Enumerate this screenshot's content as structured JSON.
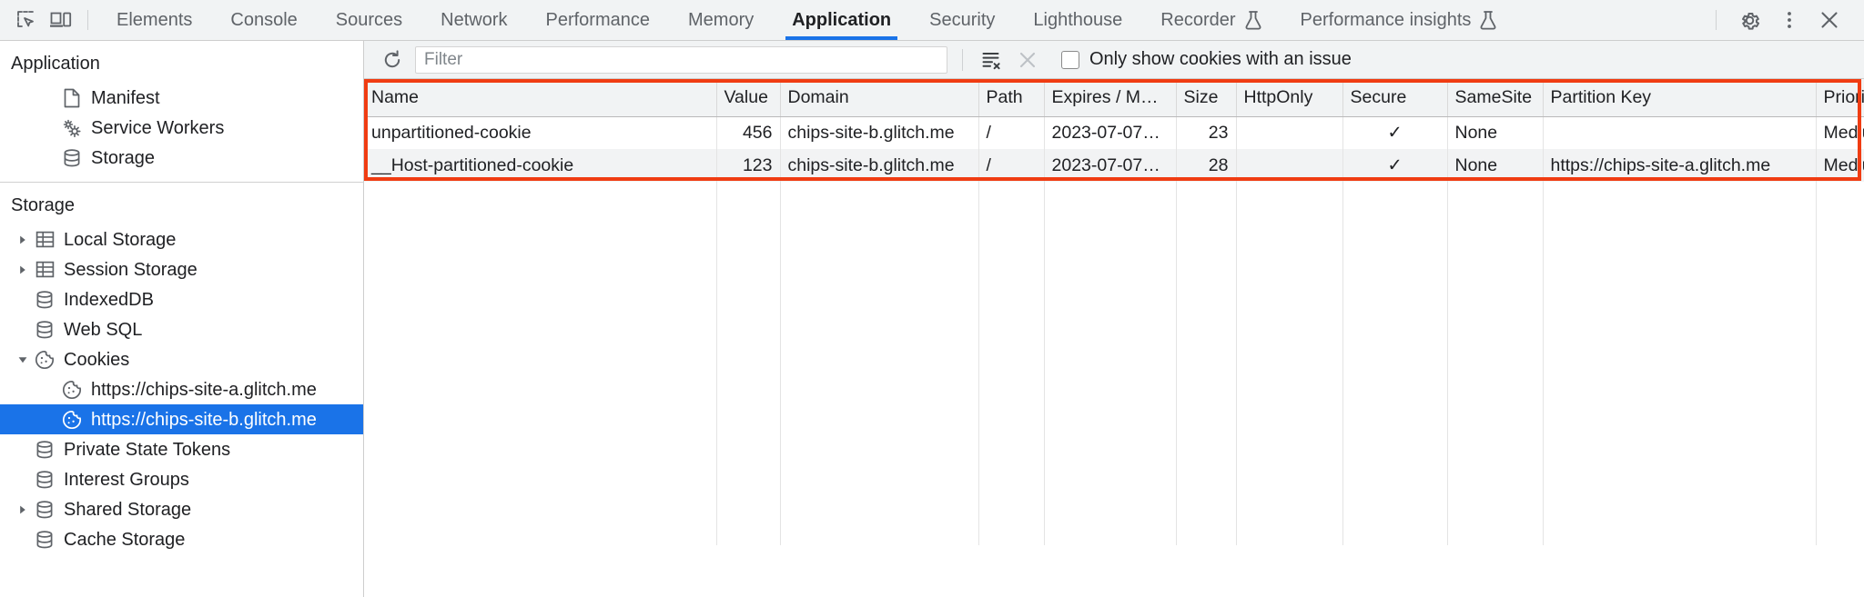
{
  "toolbar": {
    "left_icons": [
      {
        "name": "inspect-element-icon",
        "label": "Inspect element"
      },
      {
        "name": "device-toolbar-icon",
        "label": "Toggle device toolbar"
      }
    ],
    "tabs": [
      {
        "label": "Elements",
        "active": false,
        "experimental": false
      },
      {
        "label": "Console",
        "active": false,
        "experimental": false
      },
      {
        "label": "Sources",
        "active": false,
        "experimental": false
      },
      {
        "label": "Network",
        "active": false,
        "experimental": false
      },
      {
        "label": "Performance",
        "active": false,
        "experimental": false
      },
      {
        "label": "Memory",
        "active": false,
        "experimental": false
      },
      {
        "label": "Application",
        "active": true,
        "experimental": false
      },
      {
        "label": "Security",
        "active": false,
        "experimental": false
      },
      {
        "label": "Lighthouse",
        "active": false,
        "experimental": false
      },
      {
        "label": "Recorder",
        "active": false,
        "experimental": true
      },
      {
        "label": "Performance insights",
        "active": false,
        "experimental": true
      }
    ],
    "right_icons": [
      {
        "name": "gear-icon",
        "label": "Settings"
      },
      {
        "name": "kebab-menu-icon",
        "label": "Customize and control DevTools"
      },
      {
        "name": "close-icon",
        "label": "Close DevTools"
      }
    ],
    "active_tab_underline_color": "#1a73e8"
  },
  "sidebar": {
    "application": {
      "title": "Application",
      "items": [
        {
          "label": "Manifest",
          "icon": "document-icon",
          "indent": 3,
          "twisty": "none",
          "selected": false
        },
        {
          "label": "Service Workers",
          "icon": "gears-icon",
          "indent": 3,
          "twisty": "none",
          "selected": false
        },
        {
          "label": "Storage",
          "icon": "database-icon",
          "indent": 3,
          "twisty": "none",
          "selected": false
        }
      ]
    },
    "storage": {
      "title": "Storage",
      "items": [
        {
          "label": "Local Storage",
          "icon": "table-icon",
          "indent": 2,
          "twisty": "collapsed",
          "selected": false
        },
        {
          "label": "Session Storage",
          "icon": "table-icon",
          "indent": 2,
          "twisty": "collapsed",
          "selected": false
        },
        {
          "label": "IndexedDB",
          "icon": "database-icon",
          "indent": 2,
          "twisty": "none",
          "selected": false
        },
        {
          "label": "Web SQL",
          "icon": "database-icon",
          "indent": 2,
          "twisty": "none",
          "selected": false
        },
        {
          "label": "Cookies",
          "icon": "cookie-icon",
          "indent": 2,
          "twisty": "expanded",
          "selected": false
        },
        {
          "label": "https://chips-site-a.glitch.me",
          "icon": "cookie-icon",
          "indent": 3,
          "twisty": "none",
          "selected": false
        },
        {
          "label": "https://chips-site-b.glitch.me",
          "icon": "cookie-icon",
          "indent": 3,
          "twisty": "none",
          "selected": true
        },
        {
          "label": "Private State Tokens",
          "icon": "database-icon",
          "indent": 2,
          "twisty": "none",
          "selected": false
        },
        {
          "label": "Interest Groups",
          "icon": "database-icon",
          "indent": 2,
          "twisty": "none",
          "selected": false
        },
        {
          "label": "Shared Storage",
          "icon": "database-icon",
          "indent": 2,
          "twisty": "collapsed",
          "selected": false
        },
        {
          "label": "Cache Storage",
          "icon": "database-icon",
          "indent": 2,
          "twisty": "none",
          "selected": false
        }
      ]
    },
    "selection_color": "#1a73e8"
  },
  "filterbar": {
    "refresh_icon": "refresh-icon",
    "filter_placeholder": "Filter",
    "filter_value": "",
    "clear_all_icon": "clear-all-cookies-icon",
    "delete_icon": "delete-selected-cookie-icon",
    "checkbox_label": "Only show cookies with an issue",
    "checkbox_checked": false
  },
  "table": {
    "highlight_color": "#f03c12",
    "columns": [
      {
        "key": "name",
        "label": "Name",
        "width": "387"
      },
      {
        "key": "value",
        "label": "Value",
        "width": "70"
      },
      {
        "key": "domain",
        "label": "Domain",
        "width": "218"
      },
      {
        "key": "path",
        "label": "Path",
        "width": "72"
      },
      {
        "key": "expires",
        "label": "Expires / M…",
        "width": "145"
      },
      {
        "key": "size",
        "label": "Size",
        "width": "66"
      },
      {
        "key": "httponly",
        "label": "HttpOnly",
        "width": "117"
      },
      {
        "key": "secure",
        "label": "Secure",
        "width": "115"
      },
      {
        "key": "samesite",
        "label": "SameSite",
        "width": "105"
      },
      {
        "key": "partitionkey",
        "label": "Partition Key",
        "width": "300"
      },
      {
        "key": "priority",
        "label": "Priority",
        "width": "135"
      }
    ],
    "rows": [
      {
        "name": "unpartitioned-cookie",
        "value": "456",
        "domain": "chips-site-b.glitch.me",
        "path": "/",
        "expires": "2023-07-07…",
        "size": "23",
        "httponly": "",
        "secure": "✓",
        "samesite": "None",
        "partitionkey": "",
        "priority": "Medium"
      },
      {
        "name": "__Host-partitioned-cookie",
        "value": "123",
        "domain": "chips-site-b.glitch.me",
        "path": "/",
        "expires": "2023-07-07…",
        "size": "28",
        "httponly": "",
        "secure": "✓",
        "samesite": "None",
        "partitionkey": "https://chips-site-a.glitch.me",
        "priority": "Medium"
      }
    ]
  }
}
